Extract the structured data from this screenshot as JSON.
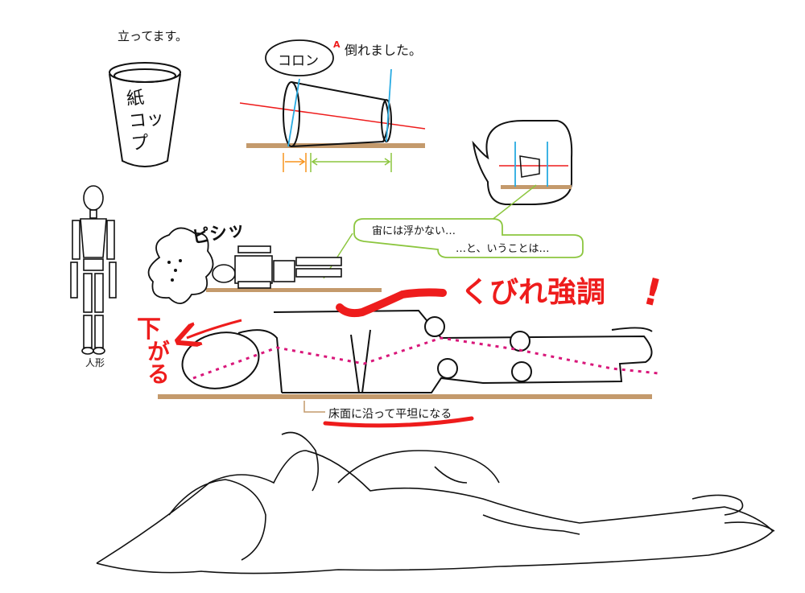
{
  "texts": {
    "standing": "立ってます。",
    "cup_label": "紙\nコッ\nプ",
    "korон": "コロン",
    "fallen_mark": "A",
    "fallen": "倒れました。",
    "pishi": "ピシッ",
    "doll_label": "人形",
    "bubble_line1": "宙には浮かない…",
    "bubble_line2": "…と、いうことは…",
    "emphasis": "くびれ強調",
    "exclaim": "!",
    "down1": "下",
    "down2": "がる",
    "floor_note": "床面に沿って平坦になる"
  },
  "colors": {
    "red": "#ee1c1c",
    "magenta_dots": "#d9177a",
    "floor": "#c49a6c",
    "bubble_green": "#8cc63f",
    "orange_bracket": "#f7941d",
    "green_bracket": "#8cc63f",
    "blue_guides": "#29abe2",
    "ink": "#111111"
  }
}
